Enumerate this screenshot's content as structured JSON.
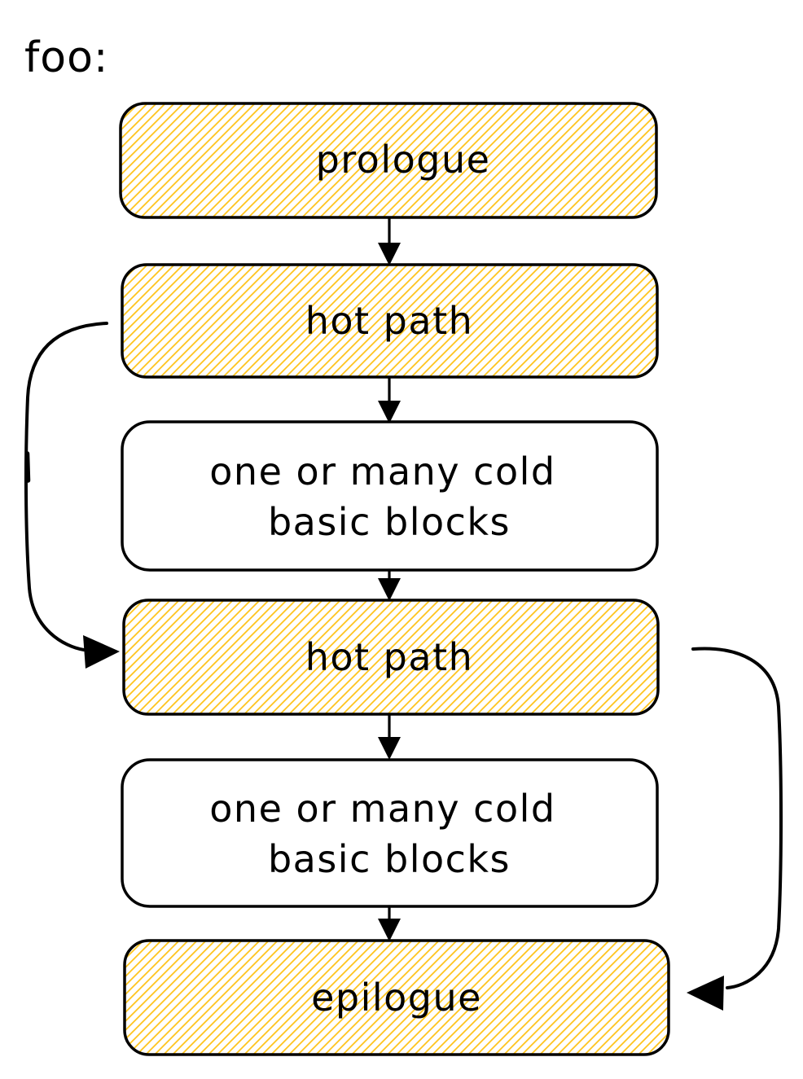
{
  "title": "foo:",
  "colors": {
    "stroke": "#000000",
    "hatch": "#ffc41d",
    "box_fill": "#ffffff",
    "background": "#ffffff"
  },
  "nodes": [
    {
      "id": "prologue",
      "label": "prologue",
      "style": "hatched"
    },
    {
      "id": "hot-path-1",
      "label": "hot path",
      "style": "hatched"
    },
    {
      "id": "cold-blocks-1",
      "label": "one or many cold basic blocks",
      "lines": [
        "one or many cold",
        "basic blocks"
      ],
      "style": "plain"
    },
    {
      "id": "hot-path-2",
      "label": "hot path",
      "style": "hatched"
    },
    {
      "id": "cold-blocks-2",
      "label": "one or many cold basic blocks",
      "lines": [
        "one or many cold",
        "basic blocks"
      ],
      "style": "plain"
    },
    {
      "id": "epilogue",
      "label": "epilogue",
      "style": "hatched"
    }
  ],
  "edges": [
    {
      "from": "prologue",
      "to": "hot-path-1",
      "shape": "straight-down"
    },
    {
      "from": "hot-path-1",
      "to": "cold-blocks-1",
      "shape": "straight-down"
    },
    {
      "from": "hot-path-1",
      "to": "hot-path-2",
      "shape": "curved-left-bypass"
    },
    {
      "from": "cold-blocks-1",
      "to": "hot-path-2",
      "shape": "straight-down"
    },
    {
      "from": "hot-path-2",
      "to": "cold-blocks-2",
      "shape": "straight-down"
    },
    {
      "from": "hot-path-2",
      "to": "epilogue",
      "shape": "curved-right-bypass"
    },
    {
      "from": "cold-blocks-2",
      "to": "epilogue",
      "shape": "straight-down"
    }
  ]
}
